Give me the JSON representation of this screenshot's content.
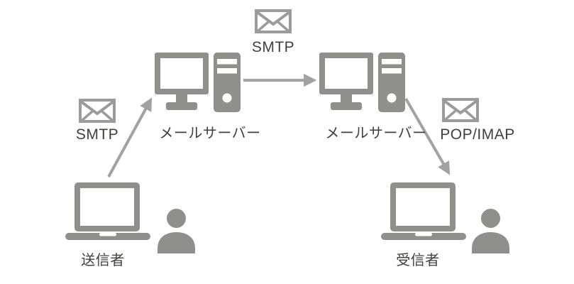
{
  "diagram": {
    "colors": {
      "icon": "#8f8f8b",
      "arrow": "#a2a2a2",
      "envelope": "#9b9b9b",
      "text": "#403f3a",
      "background": "#ffffff"
    },
    "nodes": {
      "sender": {
        "label": "送信者"
      },
      "server1": {
        "label": "メールサーバー"
      },
      "server2": {
        "label": "メールサーバー"
      },
      "receiver": {
        "label": "受信者"
      }
    },
    "edges": [
      {
        "from": "sender",
        "to": "server1",
        "protocol": "SMTP"
      },
      {
        "from": "server1",
        "to": "server2",
        "protocol": "SMTP"
      },
      {
        "from": "server2",
        "to": "receiver",
        "protocol": "POP/IMAP"
      }
    ]
  }
}
